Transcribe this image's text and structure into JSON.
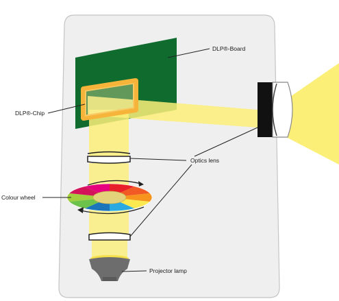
{
  "labels": {
    "dlp_board": "DLP®-Board",
    "dlp_chip": "DLP®-Chip",
    "optics_lens": "Optics lens",
    "colour_wheel": "Colour wheel",
    "projector_lamp": "Projector lamp"
  },
  "colors": {
    "housing": "#efefef",
    "housing_stroke": "#bdbdbd",
    "board": "#0f6b2e",
    "chip_frame": "#f6b43b",
    "light": "#fbef78",
    "lens_body": "#111111",
    "lamp": "#6d6d6d",
    "lamp_glow": "#f3e04a"
  },
  "colour_wheel_segments": [
    "#e8202a",
    "#f15a24",
    "#f7941d",
    "#fce94f",
    "#2baae1",
    "#1b75bb",
    "#6cc24a",
    "#a3cf3f",
    "#d4145a",
    "#e6007e"
  ]
}
